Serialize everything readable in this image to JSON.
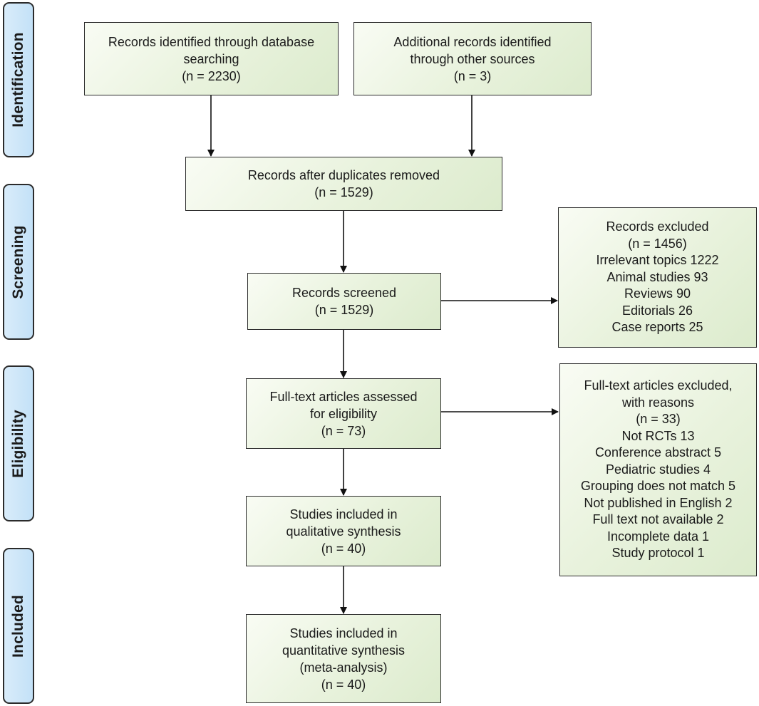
{
  "phases": {
    "identification": "Identification",
    "screening": "Screening",
    "eligibility": "Eligibility",
    "included": "Included"
  },
  "boxes": {
    "database": {
      "lines": [
        "Records identified through database",
        "searching",
        "(n = 2230)"
      ]
    },
    "other": {
      "lines": [
        "Additional records identified",
        "through other sources",
        "(n = 3)"
      ]
    },
    "dedup": {
      "lines": [
        "Records after duplicates removed",
        "(n = 1529)"
      ]
    },
    "screened": {
      "lines": [
        "Records screened",
        "(n = 1529)"
      ]
    },
    "excluded": {
      "lines": [
        "Records excluded",
        "(n = 1456)",
        "Irrelevant topics 1222",
        "Animal studies 93",
        "Reviews 90",
        "Editorials 26",
        "Case reports 25"
      ]
    },
    "fulltext": {
      "lines": [
        "Full-text articles assessed",
        "for eligibility",
        "(n = 73)"
      ]
    },
    "fulltext_excluded": {
      "lines": [
        "Full-text articles excluded,",
        "with reasons",
        "(n = 33)",
        "Not RCTs 13",
        "Conference abstract 5",
        "Pediatric studies 4",
        "Grouping does not match 5",
        "Not published in English 2",
        "Full text not available 2",
        "Incomplete data 1",
        "Study protocol 1"
      ]
    },
    "qualitative": {
      "lines": [
        "Studies included in",
        "qualitative synthesis",
        "(n = 40)"
      ]
    },
    "quantitative": {
      "lines": [
        "Studies included in",
        "quantitative synthesis",
        "(meta-analysis)",
        "(n = 40)"
      ]
    }
  }
}
